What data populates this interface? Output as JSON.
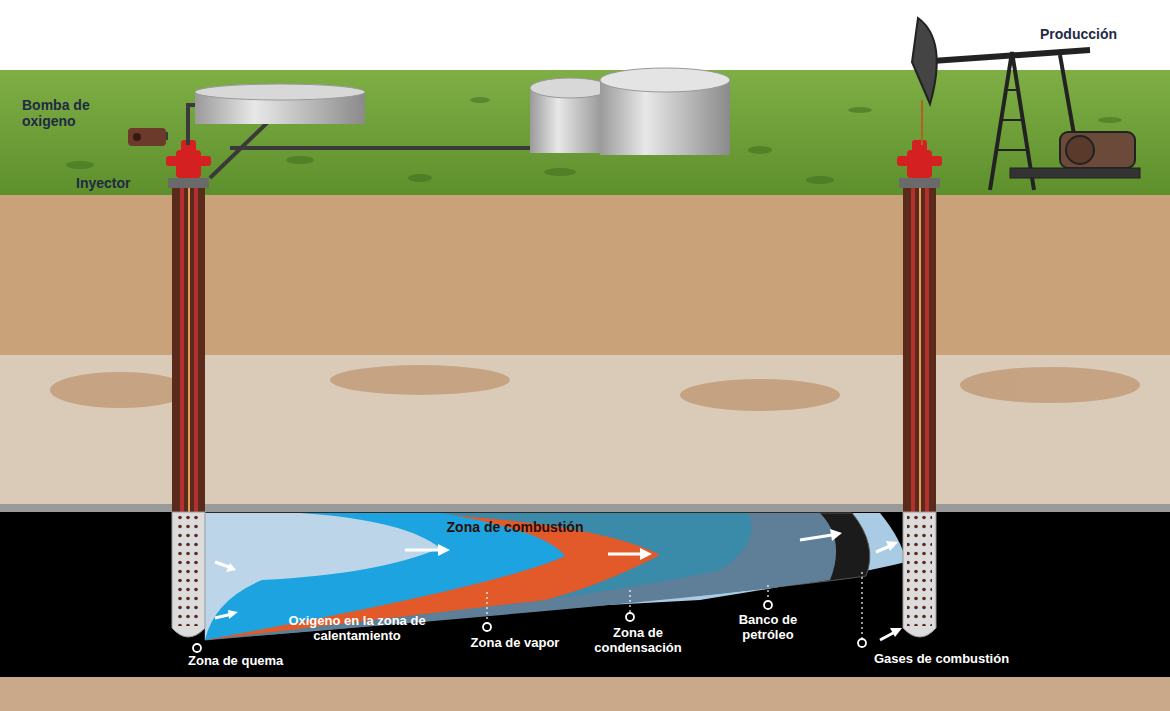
{
  "diagram": {
    "labels": [
      "Producción",
      "Bomba de oxigeno",
      "Inyector",
      "Zona de combustión",
      "Oxigeno en la zona de calentamiento",
      "Zona de quema",
      "Zona de vapor",
      "Zona de condensación",
      "Banco de petróleo",
      "Gases de combustión"
    ]
  }
}
